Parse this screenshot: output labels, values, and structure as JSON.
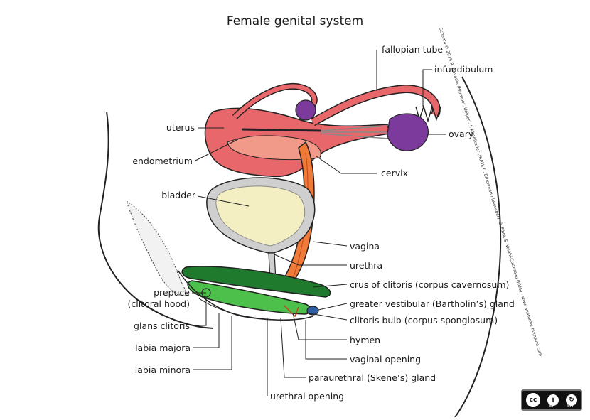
{
  "title": "Female genital system",
  "labels": {
    "fallopian_tube": "fallopian tube",
    "infundibulum": "infundibulum",
    "uterus": "uterus",
    "ovary": "ovary",
    "endometrium": "endometrium",
    "cervix": "cervix",
    "bladder": "bladder",
    "vagina": "vagina",
    "urethra": "urethra",
    "crus": "crus of clitoris (corpus cavernosum)",
    "prepuce": "prepuce",
    "prepuce_sub": "(clitoral hood)",
    "bartholin": "greater vestibular (Bartholin’s) gland",
    "bulb": "clitoris bulb (corpus spongiosum)",
    "glans": "glans clitoris",
    "hymen": "hymen",
    "labia_majora": "labia majora",
    "vaginal_opening": "vaginal opening",
    "labia_minora": "labia minora",
    "skene": "paraurethral (Skene’s) gland",
    "urethral_opening": "urethral opening"
  },
  "credit": "Schema © 2019 R. Devaele (Biowiper, Uniper), J. Abdelkader (HUG), C. Brockmann (Biowiper), O. Fibbi, S. Vaiahi-Cottereau (HUG) - www.anatomie-humaine.com",
  "license": {
    "badge": "cc",
    "by": "BY",
    "sa": "SA"
  },
  "colors": {
    "uterus": "#e8676b",
    "endometrium": "#f29a8a",
    "vagina": "#f07a38",
    "ovary": "#7b3a9c",
    "bladder_fill": "#f3efc2",
    "bladder_wall": "#cfcfcf",
    "clitoris_dark": "#1f7a2e",
    "clitoris_light": "#4cc04a",
    "gland": "#2f5fa3"
  }
}
